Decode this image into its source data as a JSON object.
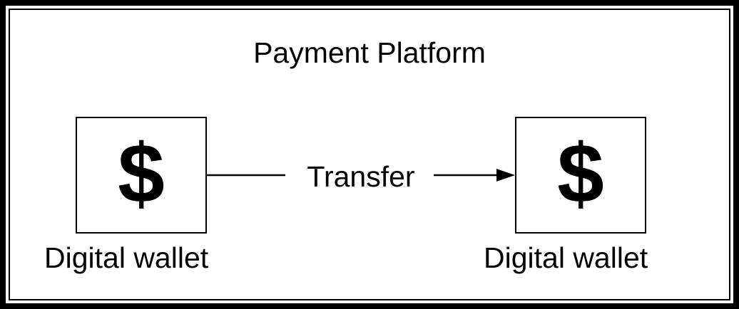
{
  "diagram": {
    "title": "Payment Platform",
    "source": {
      "symbol": "$",
      "label": "Digital wallet"
    },
    "target": {
      "symbol": "$",
      "label": "Digital wallet"
    },
    "edge": {
      "label": "Transfer",
      "from": "source",
      "to": "target",
      "style": "arrow"
    },
    "colors": {
      "stroke": "#000000",
      "fill": "#ffffff",
      "background": "#000000"
    }
  }
}
